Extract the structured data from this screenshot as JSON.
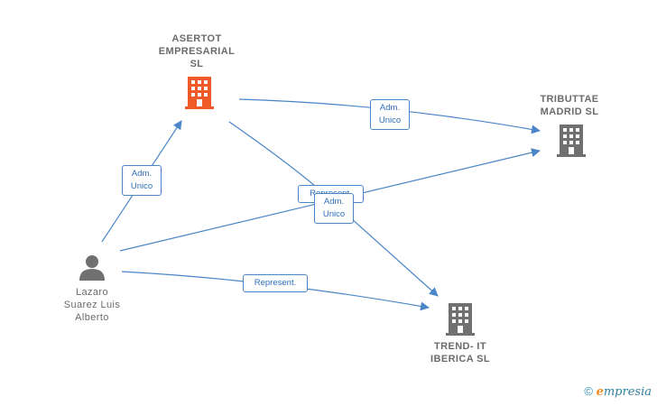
{
  "nodes": {
    "asertot": {
      "label": "ASERTOT\nEMPRESARIAL\nSL",
      "type": "company",
      "color": "#f05a28"
    },
    "tributtae": {
      "label": "TRIBUTTAE\nMADRID SL",
      "type": "company",
      "color": "#707070"
    },
    "trendit": {
      "label": "TREND- IT\nIBERICA SL",
      "type": "company",
      "color": "#707070"
    },
    "lazaro": {
      "label": "Lazaro\nSuarez Luis\nAlberto",
      "type": "person",
      "color": "#707070"
    }
  },
  "edges": {
    "lazaro_asertot": {
      "label": "Adm.\nUnico"
    },
    "asertot_tributtae": {
      "label": "Adm.\nUnico"
    },
    "lazaro_tributtae": {
      "label": "Represent."
    },
    "asertot_trendit": {
      "label": "Adm.\nUnico"
    },
    "lazaro_trendit": {
      "label": "Represent."
    }
  },
  "edge_color": "#4a86c8",
  "footer": {
    "symbol": "©",
    "brand_initial": "e",
    "brand_rest": "mpresia"
  }
}
